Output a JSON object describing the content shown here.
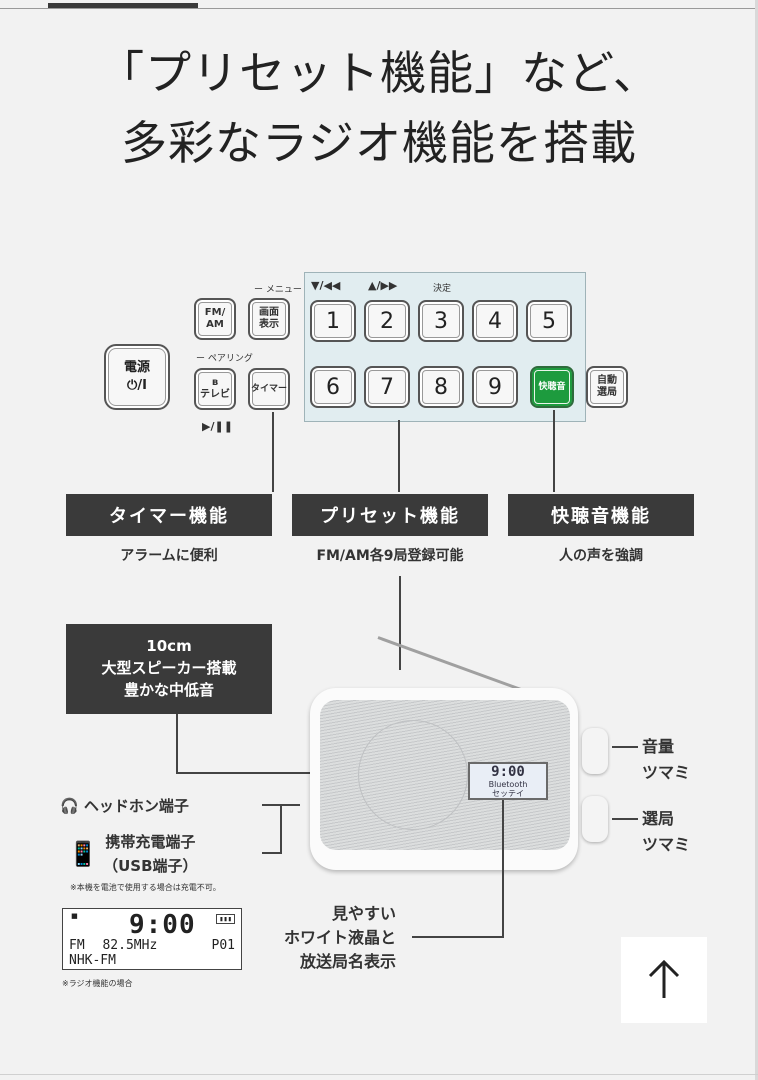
{
  "headline": {
    "line1": "「プリセット機能」など、",
    "line2": "多彩なラジオ機能を搭載"
  },
  "panel": {
    "menu_label": "ー メニュー",
    "pairing_label": "ー ペアリング",
    "play_pause_label": "▶/❚❚",
    "down_prev_label": "▼/◀◀",
    "up_next_label": "▲/▶▶",
    "enter_label": "決定",
    "keys": {
      "power": [
        "電源",
        "⏻/I"
      ],
      "fm_am": [
        "FM/",
        "AM"
      ],
      "display": [
        "画面",
        "表示"
      ],
      "bluetooth": [
        "ʙ",
        "テレビ"
      ],
      "timer": "タイマー",
      "clear_voice": "快聴音",
      "auto_tune": [
        "自動",
        "選局"
      ],
      "presets": [
        "1",
        "2",
        "3",
        "4",
        "5",
        "6",
        "7",
        "8",
        "9"
      ]
    }
  },
  "features": [
    {
      "title": "タイマー機能",
      "desc": "アラームに便利"
    },
    {
      "title": "プリセット機能",
      "desc": "FM/AM各9局登録可能"
    },
    {
      "title": "快聴音機能",
      "desc": "人の声を強調"
    }
  ],
  "speaker": {
    "line1": "10cm",
    "line2": "大型スピーカー搭載",
    "line3": "豊かな中低音"
  },
  "radio_lcd": {
    "time": "9:00",
    "sub1": "Bluetooth",
    "sub2": "セッテイ"
  },
  "side_labels": {
    "volume": [
      "音量",
      "ツマミ"
    ],
    "tuning": [
      "選局",
      "ツマミ"
    ]
  },
  "io": {
    "headphone": "ヘッドホン端子",
    "usb_line1": "携帯充電端子",
    "usb_line2": "（USB端子）",
    "usb_note": "※本機を電池で使用する場合は充電不可。"
  },
  "lcd_example": {
    "time": "9:00",
    "band": "FM",
    "freq": "82.5MHz",
    "preset": "P01",
    "station": "NHK-FM",
    "note": "※ラジオ機能の場合"
  },
  "lcd_desc": [
    "見やすい",
    "ホワイト液晶と",
    "放送局名表示"
  ],
  "scroll_top_icon": "up-arrow-icon"
}
